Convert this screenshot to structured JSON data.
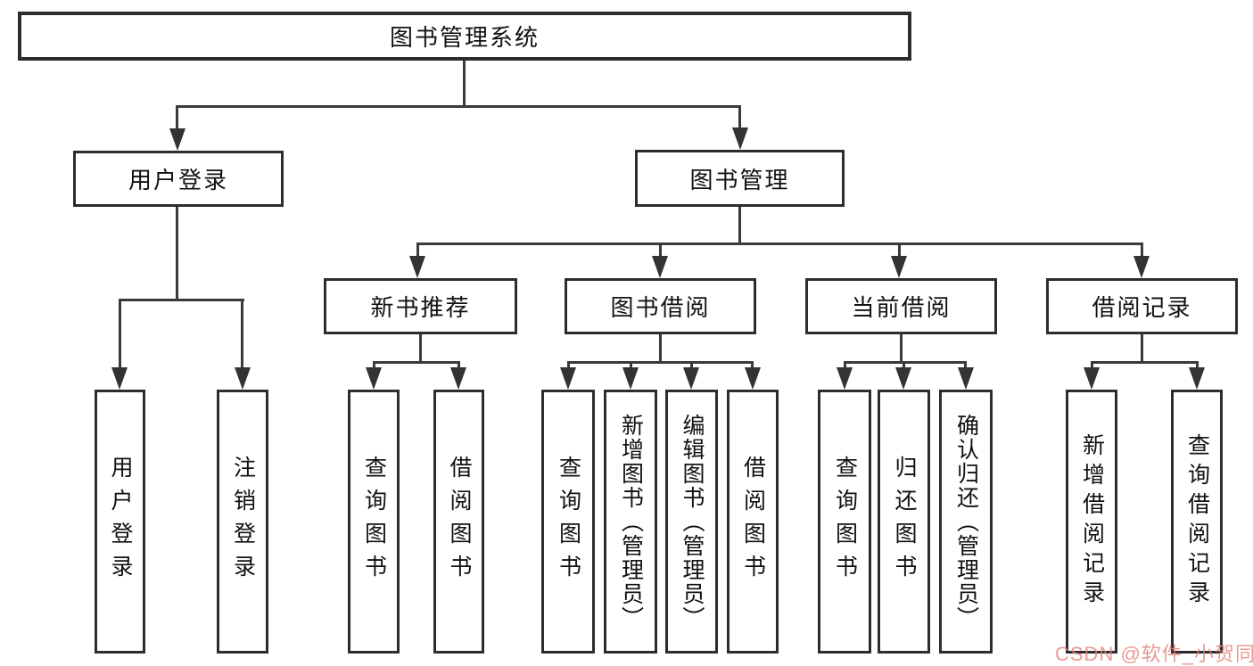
{
  "diagram": {
    "root": {
      "label": "图书管理系统"
    },
    "branches": [
      {
        "label": "用户登录",
        "children": [
          {
            "label": "用户登录"
          },
          {
            "label": "注销登录"
          }
        ]
      },
      {
        "label": "图书管理",
        "groups": [
          {
            "label": "新书推荐",
            "children": [
              {
                "label": "查询图书"
              },
              {
                "label": "借阅图书"
              }
            ]
          },
          {
            "label": "图书借阅",
            "children": [
              {
                "label": "查询图书"
              },
              {
                "label": "新增图书（管理员）"
              },
              {
                "label": "编辑图书（管理员）"
              },
              {
                "label": "借阅图书"
              }
            ]
          },
          {
            "label": "当前借阅",
            "children": [
              {
                "label": "查询图书"
              },
              {
                "label": "归还图书"
              },
              {
                "label": "确认归还（管理员）"
              }
            ]
          },
          {
            "label": "借阅记录",
            "children": [
              {
                "label": "新增借阅记录"
              },
              {
                "label": "查询借阅记录"
              }
            ]
          }
        ]
      }
    ]
  },
  "watermark": {
    "text": "CSDN @软件_小贺同学"
  },
  "colors": {
    "line": "#3a3a3a",
    "border": "#2d2d2d",
    "text": "#111111",
    "watermark": "#e37d74",
    "background": "#ffffff"
  }
}
